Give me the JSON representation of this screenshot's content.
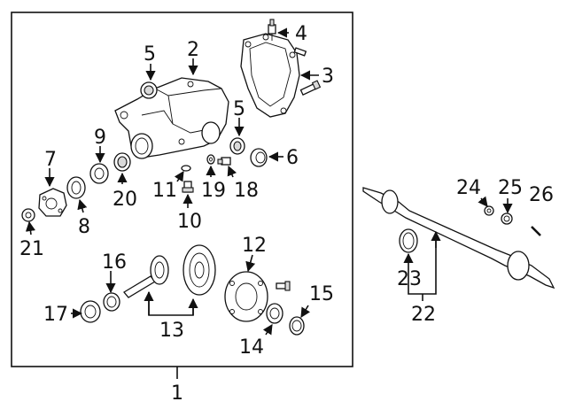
{
  "labels": {
    "l1": "1",
    "l2": "2",
    "l3": "3",
    "l4": "4",
    "l5a": "5",
    "l5b": "5",
    "l6": "6",
    "l7": "7",
    "l8": "8",
    "l9": "9",
    "l10": "10",
    "l11": "11",
    "l12": "12",
    "l13": "13",
    "l14": "14",
    "l15": "15",
    "l16": "16",
    "l17": "17",
    "l18": "18",
    "l19": "19",
    "l20": "20",
    "l21": "21",
    "l22": "22",
    "l23": "23",
    "l24": "24",
    "l25": "25",
    "l26": "26"
  }
}
